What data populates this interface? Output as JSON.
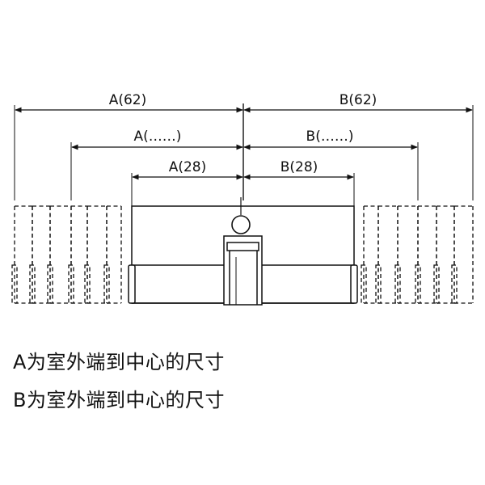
{
  "dimensions": {
    "a_long": "A(62)",
    "b_long": "B(62)",
    "a_mid": "A(……)",
    "b_mid": "B(……)",
    "a_short": "A(28)",
    "b_short": "B(28)"
  },
  "legend": {
    "line_a": "A为室外端到中心的尺寸",
    "line_b": "B为室外端到中心的尺寸"
  },
  "colors": {
    "line": "#111111",
    "background": "#ffffff"
  }
}
